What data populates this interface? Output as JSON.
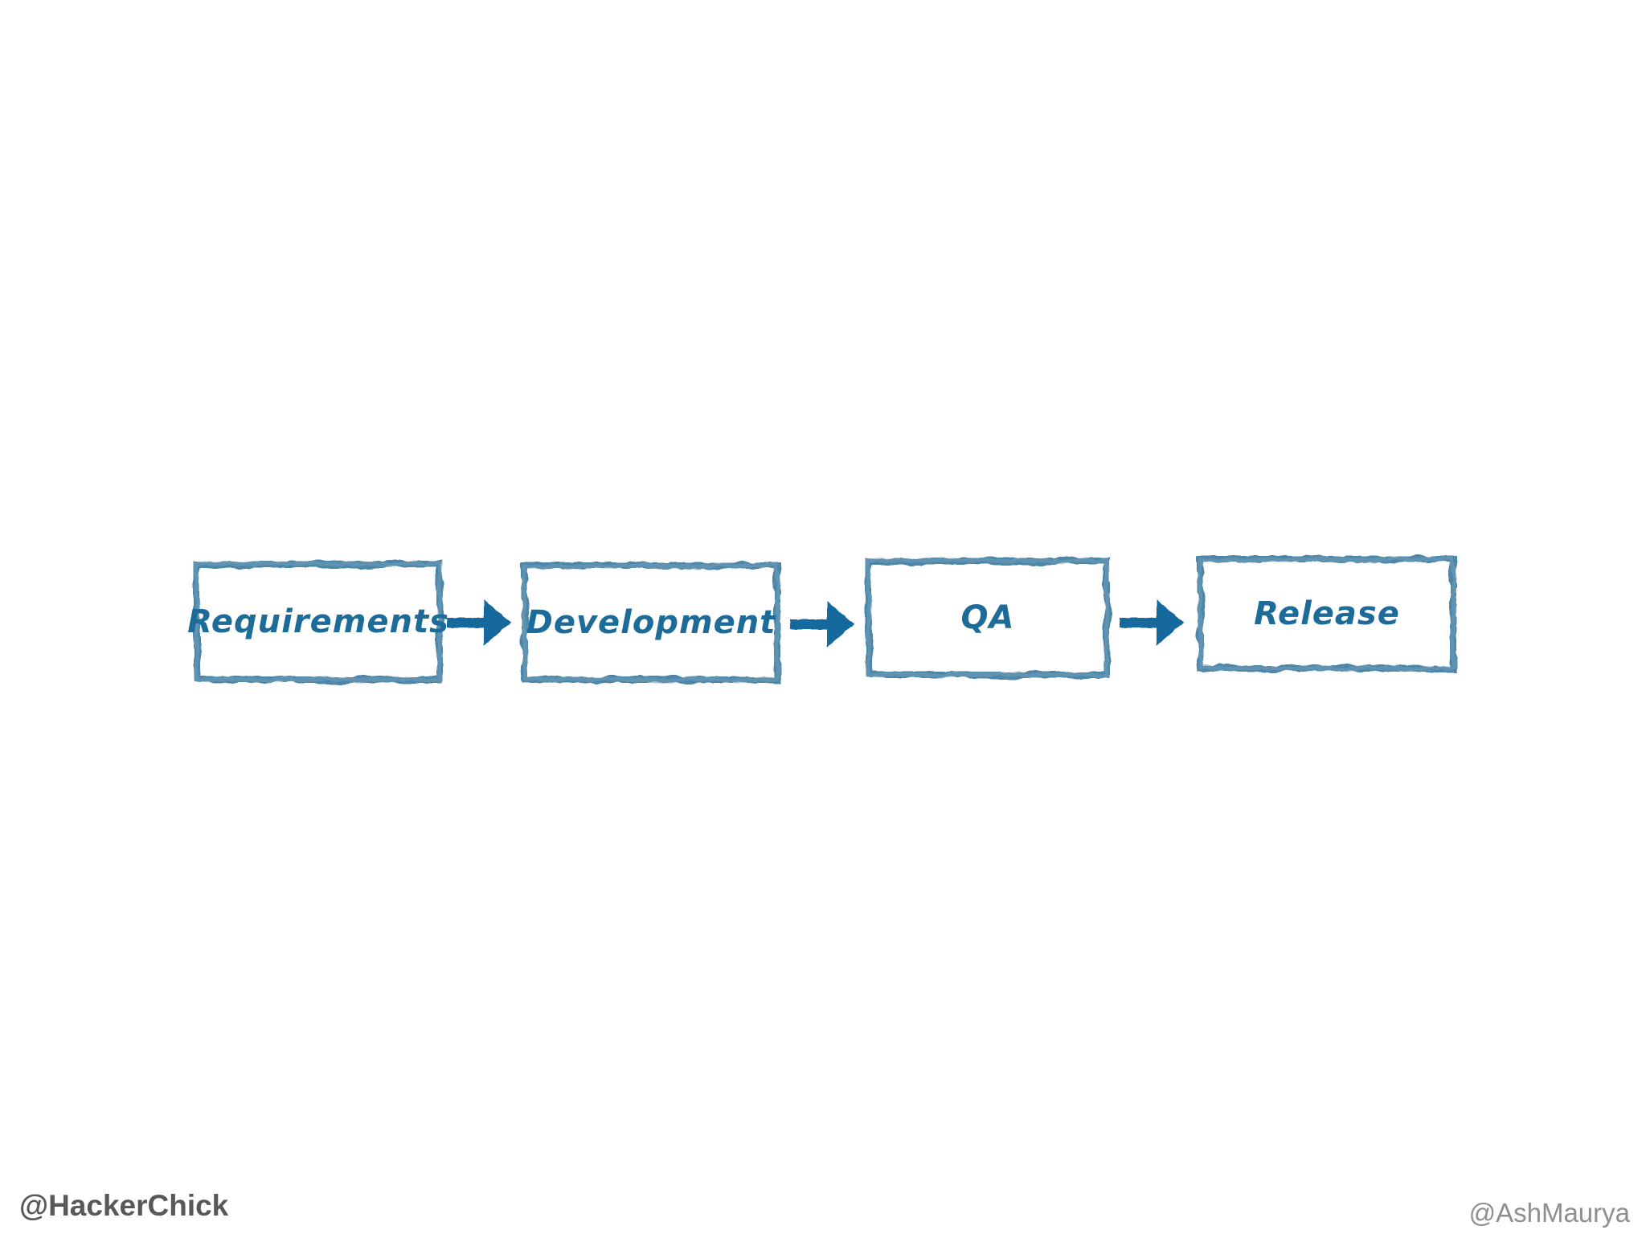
{
  "slide": {
    "background_color": "#ffffff"
  },
  "diagram": {
    "type": "flowchart",
    "style": "hand-drawn-sketch",
    "direction": "left-to-right",
    "box_fill_color": "#ffffff",
    "box_border_color": "#4d86a8",
    "label_color": "#1d6b99",
    "arrow_color": "#15699c",
    "stages": [
      {
        "label": "Requirements"
      },
      {
        "label": "Development"
      },
      {
        "label": "QA"
      },
      {
        "label": "Release"
      }
    ]
  },
  "footer": {
    "left_credit": "@HackerChick",
    "right_credit": "@AshMaurya",
    "left_credit_color": "#57585a",
    "right_credit_color": "#8e8e93"
  }
}
